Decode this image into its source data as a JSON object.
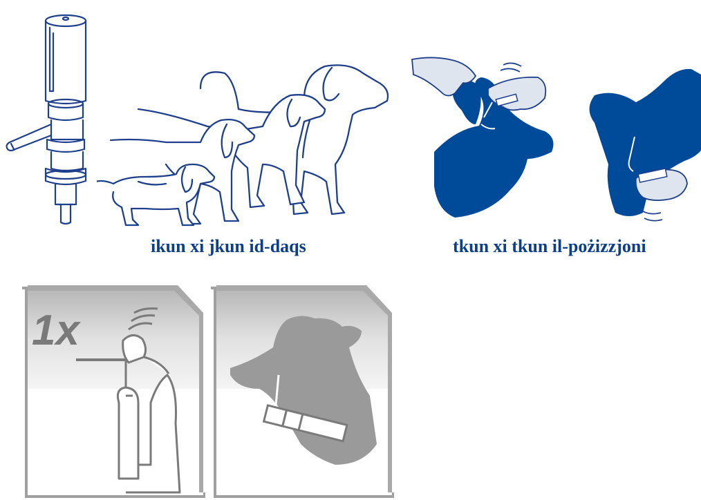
{
  "captions": {
    "size": "ikun xi jkun id-daqs",
    "position": "tkun xi tkun il-pożizzjoni"
  },
  "panels": {
    "step_count": "1x"
  },
  "icons": [
    "pipette-icon",
    "dogs-size-icon",
    "hand-apply-icon",
    "dog-head-icon",
    "press-pipette-panel",
    "apply-neck-panel"
  ],
  "colors": {
    "line_blue": "#1d3f8c",
    "fill_blue": "#004a9a",
    "hand_fill": "#dfe5ee",
    "grey_dark": "#9a9a9a",
    "grey_mid": "#bdbdbd",
    "grey_light": "#e6e6e6"
  }
}
